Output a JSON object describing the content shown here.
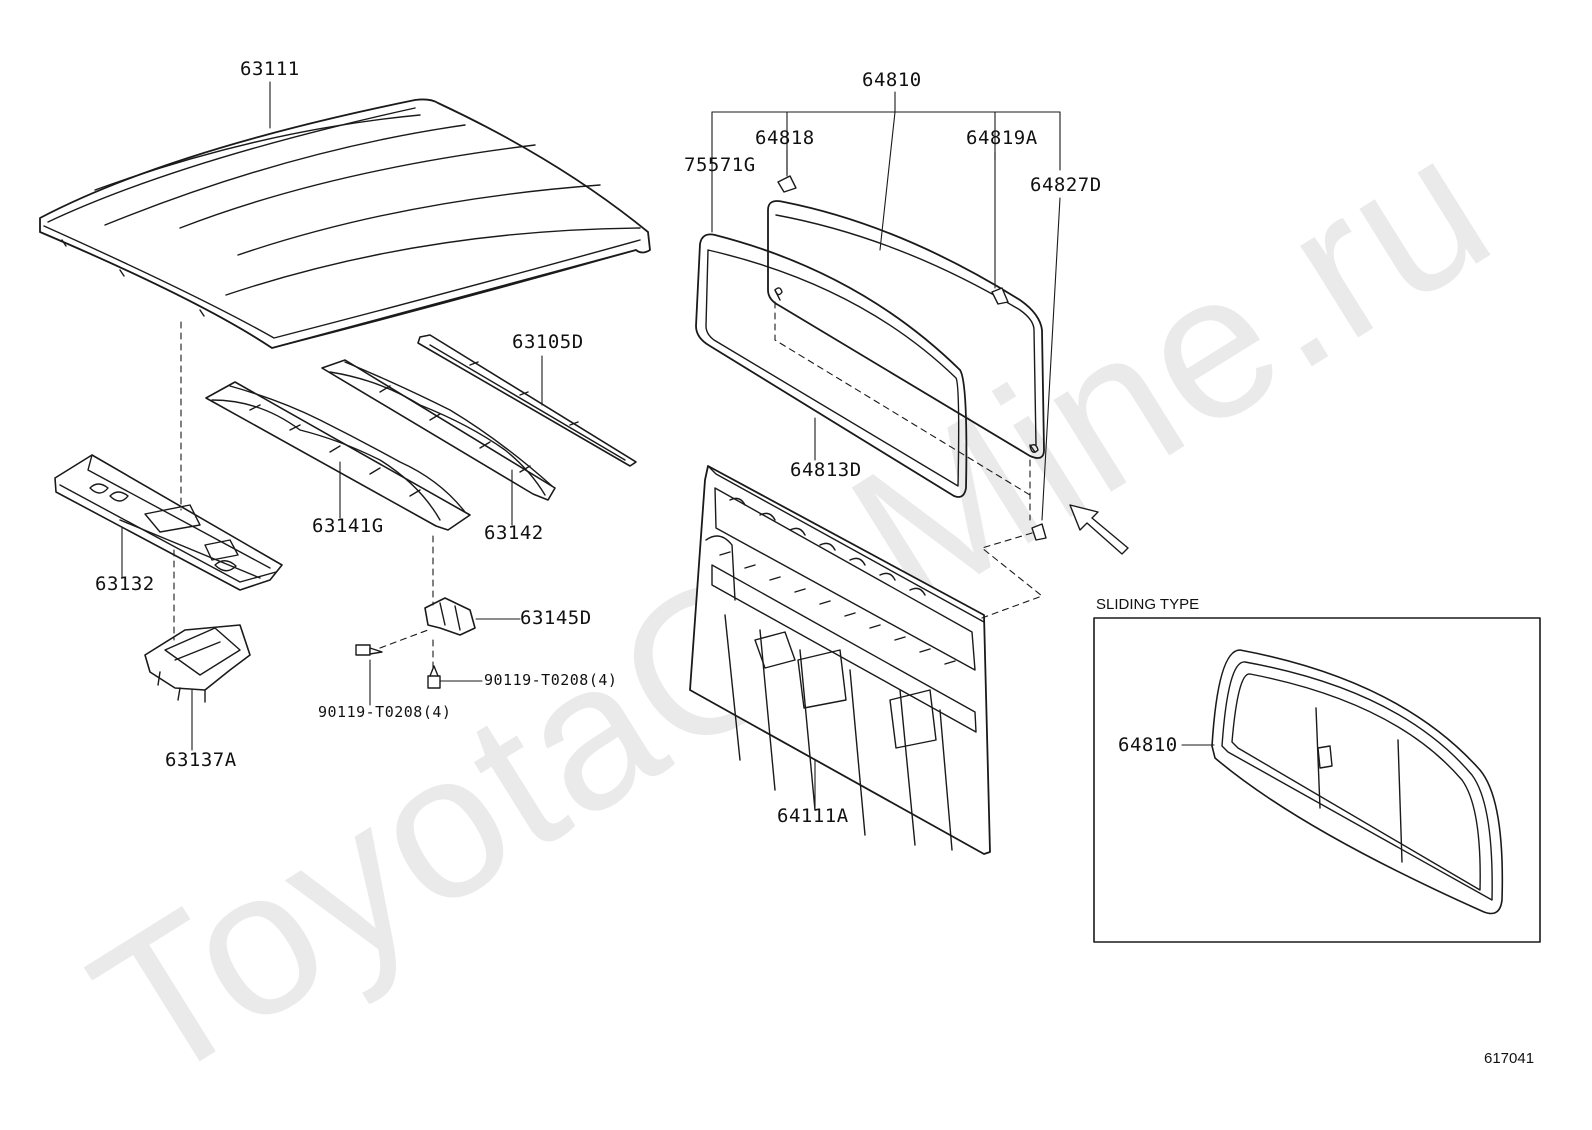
{
  "diagram": {
    "watermark": "ToyotaOnMine.ru",
    "inset_caption": "SLIDING TYPE",
    "figure_number": "617041",
    "part_labels": [
      {
        "id": "63111",
        "text": "63111"
      },
      {
        "id": "64810",
        "text": "64810"
      },
      {
        "id": "64818",
        "text": "64818"
      },
      {
        "id": "64819A",
        "text": "64819A"
      },
      {
        "id": "75571G",
        "text": "75571G"
      },
      {
        "id": "64827D",
        "text": "64827D"
      },
      {
        "id": "63105D",
        "text": "63105D"
      },
      {
        "id": "64813D",
        "text": "64813D"
      },
      {
        "id": "63141G",
        "text": "63141G"
      },
      {
        "id": "63142",
        "text": "63142"
      },
      {
        "id": "63132",
        "text": "63132"
      },
      {
        "id": "63145D",
        "text": "63145D"
      },
      {
        "id": "90119-T0208-right",
        "text": "90119-T0208(4)"
      },
      {
        "id": "90119-T0208-left",
        "text": "90119-T0208(4)"
      },
      {
        "id": "63137A",
        "text": "63137A"
      },
      {
        "id": "64111A",
        "text": "64111A"
      },
      {
        "id": "64810-sliding",
        "text": "64810"
      }
    ]
  }
}
